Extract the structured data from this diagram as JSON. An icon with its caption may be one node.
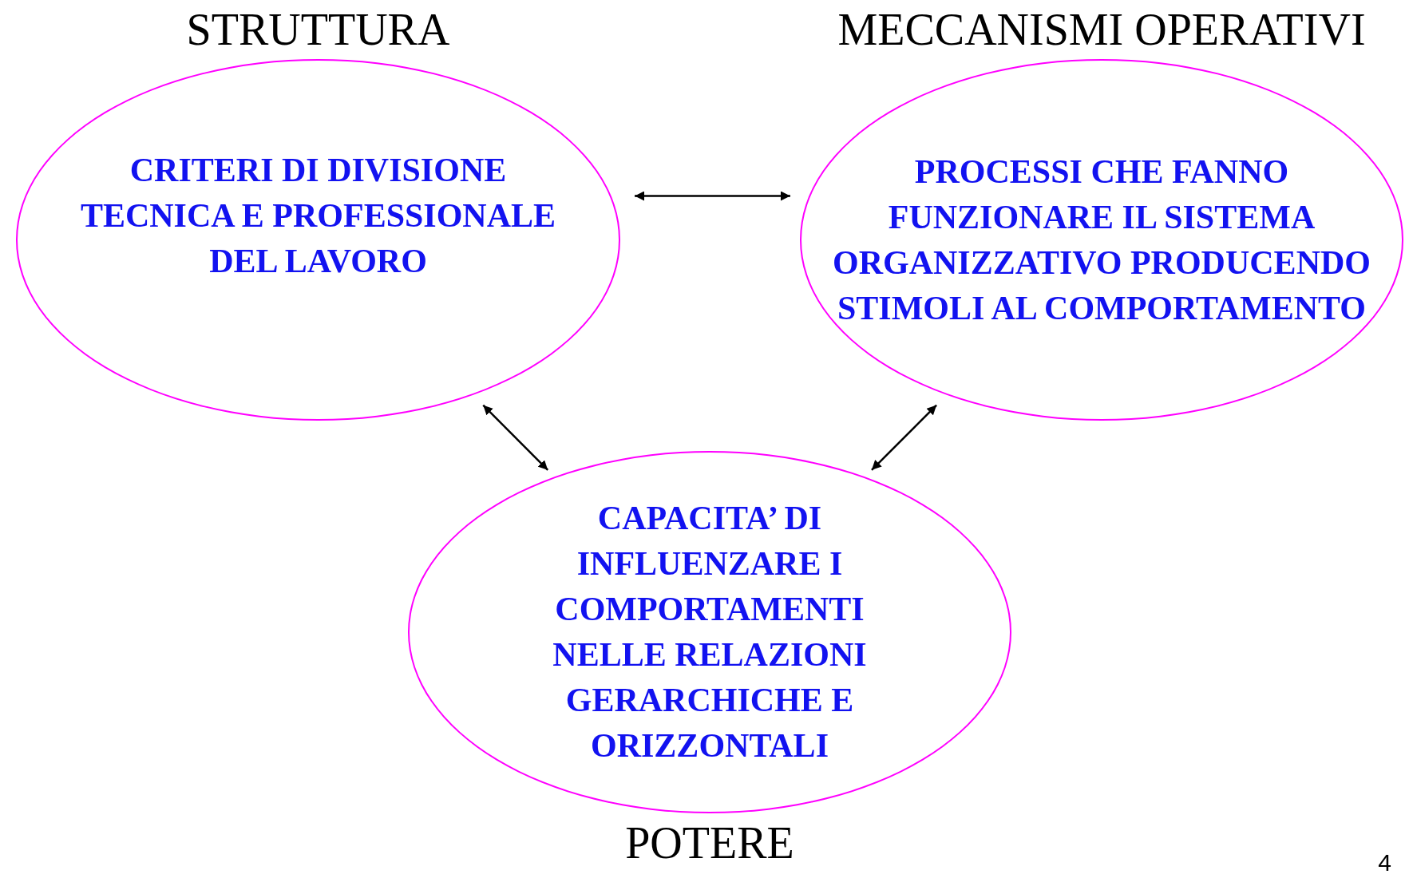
{
  "diagram": {
    "nodes": [
      {
        "text": [
          "STRUTTURA",
          "CRITERI DI DIVISIONE TECNICA E PROFESSIONALE DEL LAVORO"
        ]
      },
      {
        "text": [
          "MECCANISMI OPERATIVI",
          "PROCESSI CHE FANNO FUNZIONARE IL SISTEMA ORGANIZZATIVO PRODUCENDO STIMOLI AL COMPORTAMENTO"
        ]
      },
      {
        "text": [
          "CAPACITA’ DI INFLUENZARE I COMPORTAMENTI NELLE RELAZIONI GERARCHICHE E ORIZZONTALI",
          "POTERE"
        ]
      }
    ],
    "edges": [
      {
        "from": 0,
        "to": 1,
        "arrow": "both"
      },
      {
        "from": 0,
        "to": 2,
        "arrow": "both"
      },
      {
        "from": 1,
        "to": 2,
        "arrow": "both"
      }
    ],
    "labels": [
      "4"
    ]
  }
}
